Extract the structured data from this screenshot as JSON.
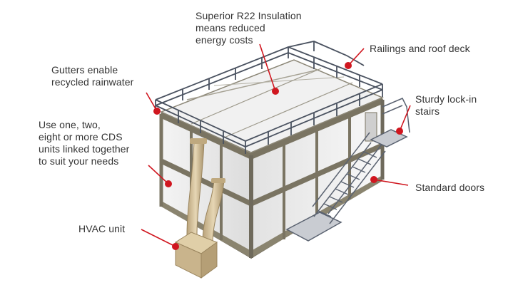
{
  "labels": {
    "insulation": "Superior R22 Insulation\nmeans reduced\nenergy costs",
    "railings": "Railings and roof deck",
    "gutters": "Gutters enable\nrecycled rainwater",
    "stairs": "Sturdy lock-in\nstairs",
    "units": "Use one, two,\neight or more CDS\nunits linked together\nto suit your needs",
    "doors": "Standard doors",
    "hvac": "HVAC unit"
  },
  "colors": {
    "callout": "#d0161f",
    "text": "#333333",
    "frame": "#6f6a5c",
    "panel": "#eeeeee",
    "roof": "#f1f1f1",
    "railing": "#4a5260",
    "hvac": "#c9b48c"
  }
}
